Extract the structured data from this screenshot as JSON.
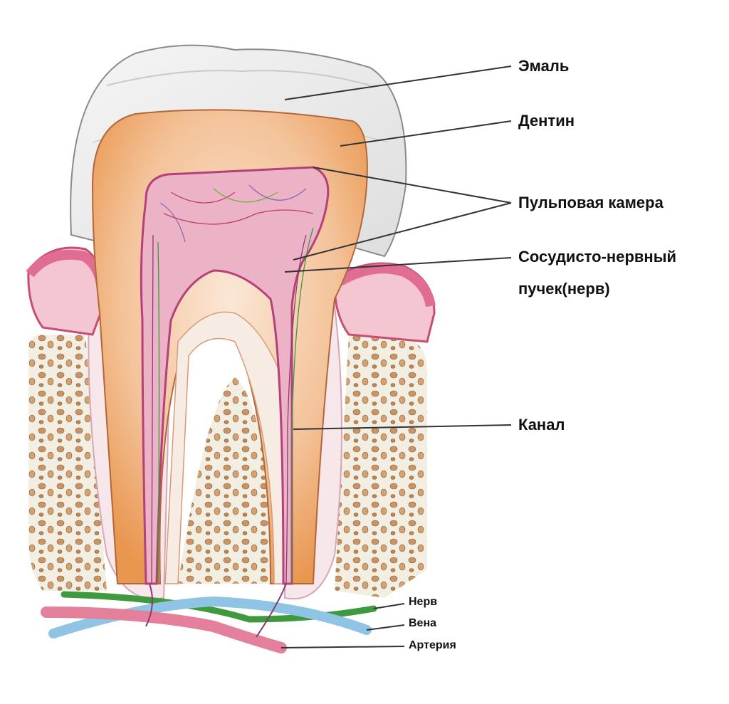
{
  "labels": {
    "enamel": "Эмаль",
    "dentin": "Дентин",
    "pulp_chamber": "Пульповая камера",
    "bundle_line1": "Сосудисто-нервный",
    "bundle_line2": "пучек(нерв)",
    "canal": "Канал",
    "nerve": "Нерв",
    "vein": "Вена",
    "artery": "Артерия"
  },
  "colors": {
    "enamel": "#eeeeee",
    "dentin": "#f2b07a",
    "dentin_inner": "#f7e3d4",
    "pulp": "#e58fb0",
    "gum": "#e26d92",
    "bone": "#c99566",
    "nerve": "#3f9a3f",
    "vein": "#8fc4e4",
    "artery": "#e5809c"
  }
}
